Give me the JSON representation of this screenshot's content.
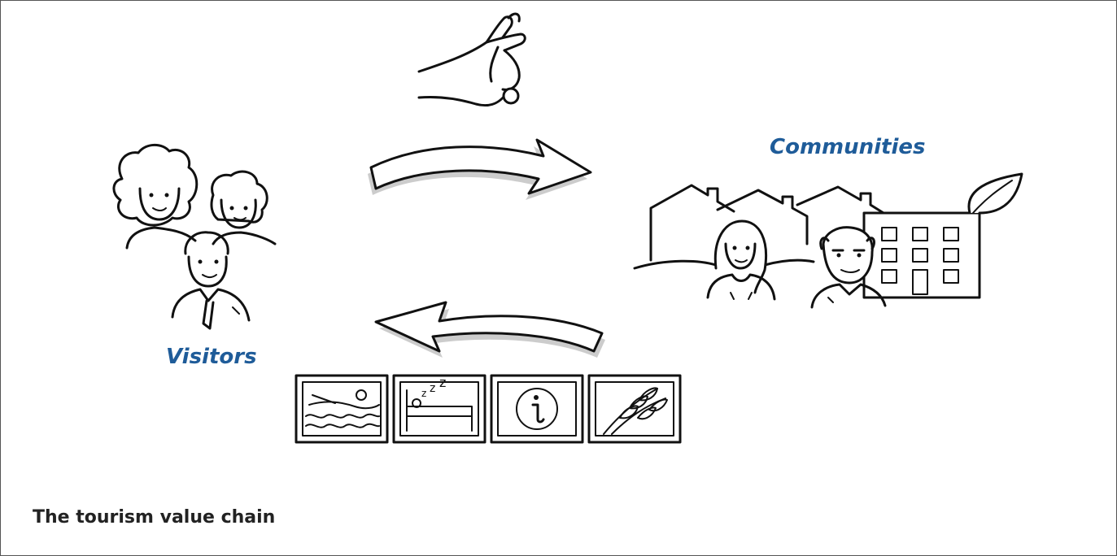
{
  "diagram": {
    "visitors_label": "Visitors",
    "communities_label": "Communities",
    "caption": "The tourism value chain",
    "accent_color": "#1f5c99",
    "icons": [
      "hand-coin-icon",
      "swimming-icon",
      "bed-icon",
      "info-icon",
      "wheat-icon",
      "leaf-icon"
    ]
  }
}
